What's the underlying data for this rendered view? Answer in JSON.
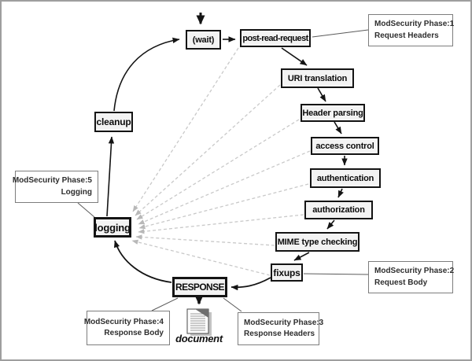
{
  "diagram": {
    "nodes": {
      "wait": "(wait)",
      "post_read_request": "post-read-request",
      "uri_translation": "URI translation",
      "header_parsing": "Header parsing",
      "access_control": "access control",
      "authentication": "authentication",
      "authorization": "authorization",
      "mime_type_checking": "MIME type checking",
      "fixups": "fixups",
      "response": "RESPONSE",
      "logging": "logging",
      "cleanup": "cleanup"
    },
    "annotations": {
      "phase1": {
        "line1": "ModSecurity Phase:1",
        "line2": "Request Headers"
      },
      "phase2": {
        "line1": "ModSecurity Phase:2",
        "line2": "Request Body"
      },
      "phase3": {
        "line1": "ModSecurity Phase:3",
        "line2": "Response Headers"
      },
      "phase4": {
        "line1": "ModSecurity Phase:4",
        "line2": "Response Body"
      },
      "phase5": {
        "line1": "ModSecurity Phase:5",
        "line2": "Logging"
      }
    },
    "document_label": "document",
    "icons": {
      "document": "document-icon",
      "entry": "down-arrow-icon"
    },
    "colors": {
      "background": "#ffffff",
      "outer_border": "#9e9e9e",
      "node_fill": "#f3f3f3",
      "node_border": "#141414",
      "annotation_border": "#7d7d7d",
      "annotation_text": "#2e2e2e",
      "arrow": "#141414",
      "connector": "#555555",
      "dashed_arrow": "#c6c6c6",
      "document_fold": "#6f6f6f"
    }
  }
}
